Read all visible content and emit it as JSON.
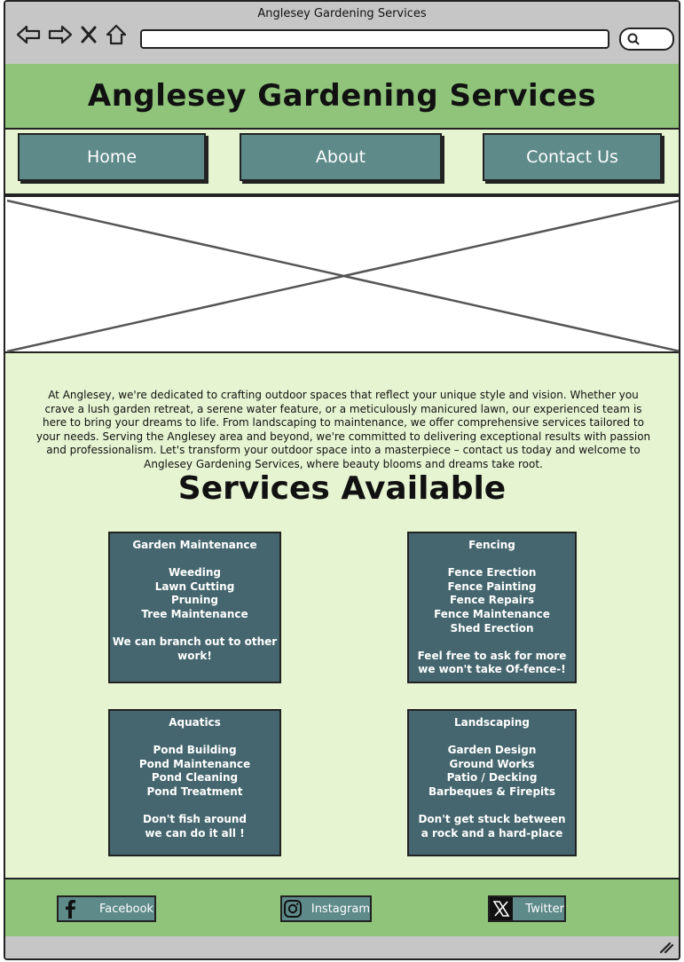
{
  "window": {
    "title": "Anglesey Gardening Services"
  },
  "browser": {
    "icons": [
      "back-arrow-icon",
      "forward-arrow-icon",
      "close-icon",
      "home-icon",
      "search-icon"
    ],
    "address_value": ""
  },
  "header": {
    "title": "Anglesey Gardening Services"
  },
  "nav": {
    "items": [
      {
        "label": "Home"
      },
      {
        "label": "About"
      },
      {
        "label": "Contact Us"
      }
    ]
  },
  "intro": {
    "text": "At Anglesey, we're dedicated to crafting outdoor spaces that reflect your unique style and vision. Whether you crave a lush garden retreat, a serene water feature, or a meticulously manicured lawn, our experienced team is here to bring your dreams to life. From landscaping to maintenance, we offer comprehensive services tailored to your needs. Serving the Anglesey area and beyond, we're committed to delivering exceptional results with passion and professionalism. Let's transform your outdoor space into a masterpiece – contact us today and welcome to Anglesey Gardening Services, where beauty blooms and dreams take root."
  },
  "services": {
    "heading": "Services Available",
    "cards": [
      {
        "title": "Garden Maintenance",
        "items": [
          "Weeding",
          "Lawn Cutting",
          "Pruning",
          "Tree Maintenance"
        ],
        "note_lines": [
          "We can branch out to other",
          "work!"
        ]
      },
      {
        "title": "Fencing",
        "items": [
          "Fence Erection",
          "Fence Painting",
          "Fence Repairs",
          "Fence Maintenance",
          "Shed Erection"
        ],
        "note_lines": [
          "Feel free to ask for more",
          "we won't take Of-fence-!"
        ]
      },
      {
        "title": "Aquatics",
        "items": [
          "Pond Building",
          "Pond Maintenance",
          "Pond Cleaning",
          "Pond Treatment"
        ],
        "note_lines": [
          "Don't fish around",
          "we can do it all !"
        ]
      },
      {
        "title": "Landscaping",
        "items": [
          "Garden Design",
          "Ground Works",
          "Patio / Decking",
          "Barbeques & Firepits"
        ],
        "note_lines": [
          "Don't get stuck between",
          "a rock and a hard-place"
        ]
      }
    ]
  },
  "footer": {
    "social": [
      {
        "label": "Facebook",
        "icon": "facebook-icon"
      },
      {
        "label": "Instagram",
        "icon": "instagram-icon"
      },
      {
        "label": "Twitter",
        "icon": "x-twitter-icon"
      }
    ]
  },
  "colors": {
    "header_green": "#8fc47a",
    "page_bg": "#e6f4d2",
    "nav_button": "#5e8a8a",
    "card_bg": "#45666e",
    "chrome_grey": "#c6c6c6"
  }
}
